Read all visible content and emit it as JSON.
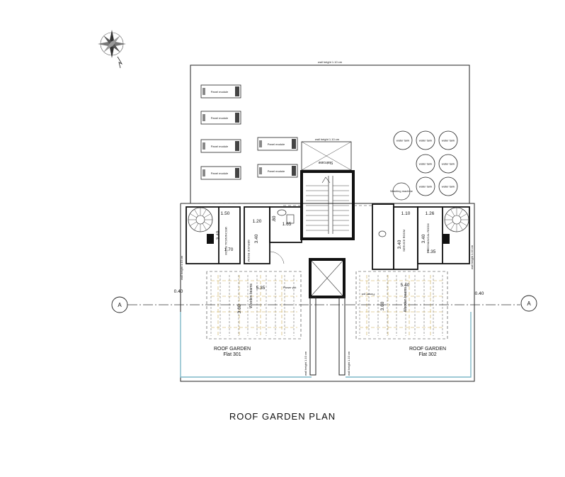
{
  "title": "ROOF GARDEN  PLAN",
  "labels": {
    "wall_height_top": "wall height 1.10 cm",
    "wall_height_stair": "wall height 1.10 cm",
    "wall_height_left": "wall height 1.10 cm",
    "wall_height_right": "wall height 1.10 cm",
    "wall_height_mid_left": "wall height 1.10 cm",
    "wall_height_mid_right": "wall height 1.10 cm",
    "staircase": "Staircase",
    "water_tank": "water tank",
    "mechanical_room_left": "MECHANICAL ROOM",
    "mechanical_room_right": "MECHANICAL ROOM",
    "service_room_left": "SERVICE ROOM",
    "service_room_right": "SERVICE ROOM",
    "flower_pot_left": "Flower pot",
    "flower_pot_right": "Flower pot",
    "wooden_beams_left": "Wooden beams",
    "wooden_beams_right": "Wooden beams",
    "roof_garden_left": "ROOF GARDEN",
    "flat_left": "Flat 301",
    "roof_garden_right": "ROOF GARDEN",
    "flat_right": "Flat 302",
    "section_marker": "A",
    "panel": "Panel module",
    "washing_machine": "Washing machine"
  },
  "dimensions": {
    "d_150": "1.50",
    "d_120": "1.20",
    "d_80": ".80",
    "d_165": "1.65",
    "d_340_left": "3.40",
    "d_340_left2": "3.40",
    "d_170": "1.70",
    "d_110": "1.10",
    "d_126": "1.26",
    "d_340_right": "3.40",
    "d_340_right2": "3.40",
    "d_135": "1.35",
    "d_535": "5.35",
    "d_540": "5.40",
    "d_360_left": "3.60",
    "d_360_right": "3.60",
    "d_040_left": "0.40",
    "d_040_right": "0.40"
  }
}
